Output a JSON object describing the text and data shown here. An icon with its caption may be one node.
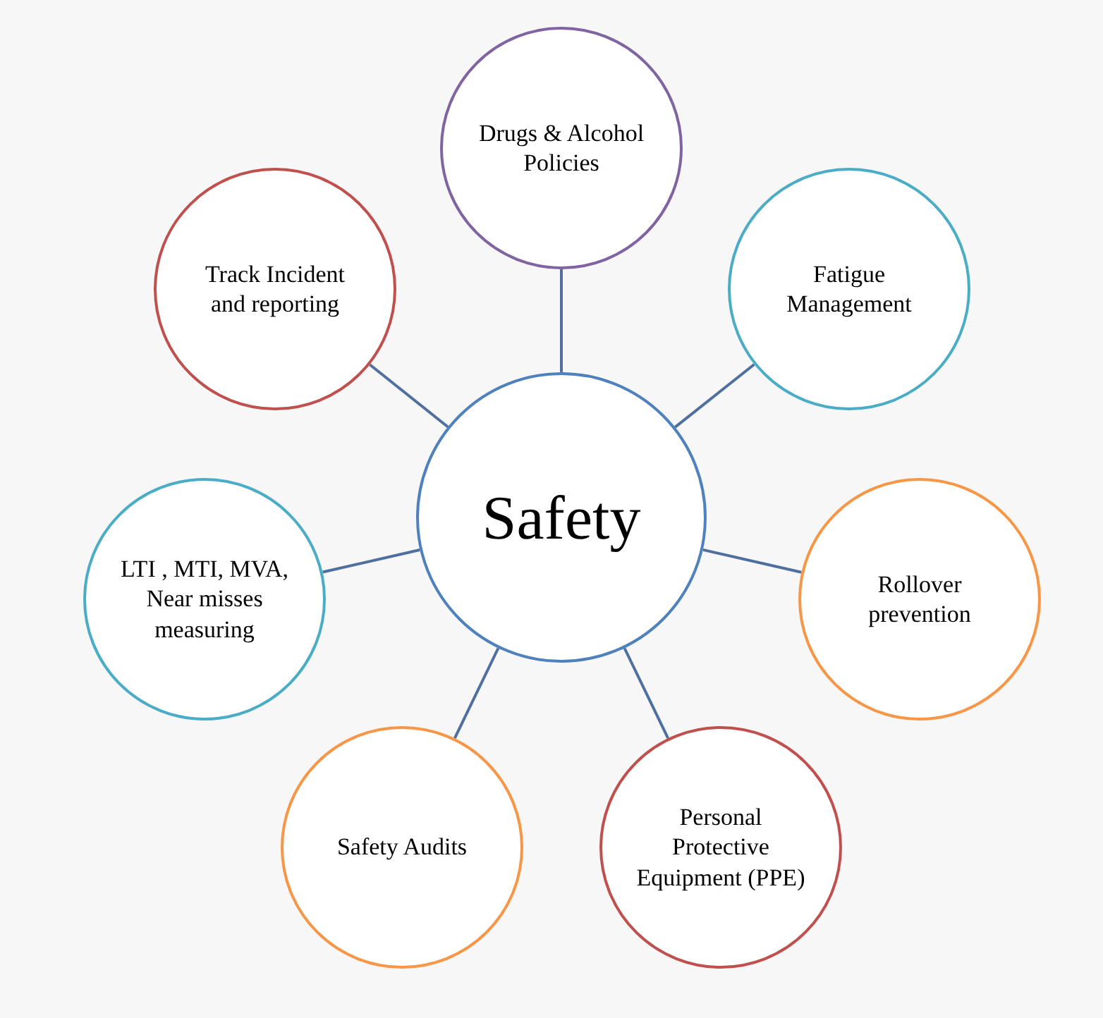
{
  "diagram": {
    "nodes": [
      {
        "text": [
          "Safety"
        ]
      },
      {
        "text": [
          "Drugs & Alcohol Policies"
        ]
      },
      {
        "text": [
          "Track Incident and reporting"
        ]
      },
      {
        "text": [
          "Fatigue Management"
        ]
      },
      {
        "text": [
          "LTI , MTI, MVA, Near misses measuring"
        ]
      },
      {
        "text": [
          "Rollover prevention"
        ]
      },
      {
        "text": [
          "Safety Audits"
        ]
      },
      {
        "text": [
          "Personal Protective Equipment (PPE)"
        ]
      }
    ],
    "edges": [
      {
        "from": 0,
        "to": 1,
        "arrow": "none"
      },
      {
        "from": 0,
        "to": 2,
        "arrow": "none"
      },
      {
        "from": 0,
        "to": 3,
        "arrow": "none"
      },
      {
        "from": 0,
        "to": 4,
        "arrow": "none"
      },
      {
        "from": 0,
        "to": 5,
        "arrow": "none"
      },
      {
        "from": 0,
        "to": 6,
        "arrow": "none"
      },
      {
        "from": 0,
        "to": 7,
        "arrow": "none"
      }
    ]
  }
}
